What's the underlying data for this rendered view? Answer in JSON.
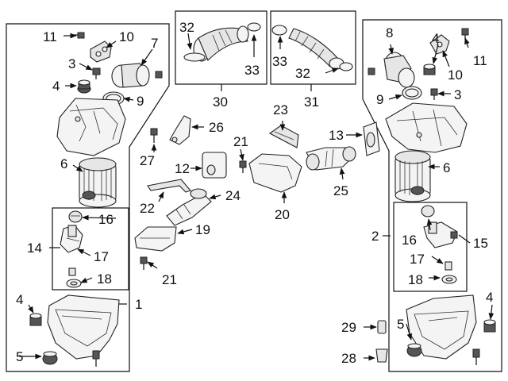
{
  "callouts": {
    "n1": "1",
    "n2": "2",
    "n3a": "3",
    "n3b": "3",
    "n4a": "4",
    "n4b": "4",
    "n4c": "4",
    "n4d": "4",
    "n5a": "5",
    "n5b": "5",
    "n6a": "6",
    "n6b": "6",
    "n7": "7",
    "n8": "8",
    "n9a": "9",
    "n9b": "9",
    "n10a": "10",
    "n10b": "10",
    "n11a": "11",
    "n11b": "11",
    "n12": "12",
    "n13": "13",
    "n14": "14",
    "n15": "15",
    "n16a": "16",
    "n16b": "16",
    "n17a": "17",
    "n17b": "17",
    "n18a": "18",
    "n18b": "18",
    "n19": "19",
    "n20": "20",
    "n21a": "21",
    "n21b": "21",
    "n22": "22",
    "n23": "23",
    "n24": "24",
    "n25": "25",
    "n26": "26",
    "n27": "27",
    "n28": "28",
    "n29": "29",
    "n30": "30",
    "n31": "31",
    "n32a": "32",
    "n32b": "32",
    "n33a": "33",
    "n33b": "33"
  }
}
